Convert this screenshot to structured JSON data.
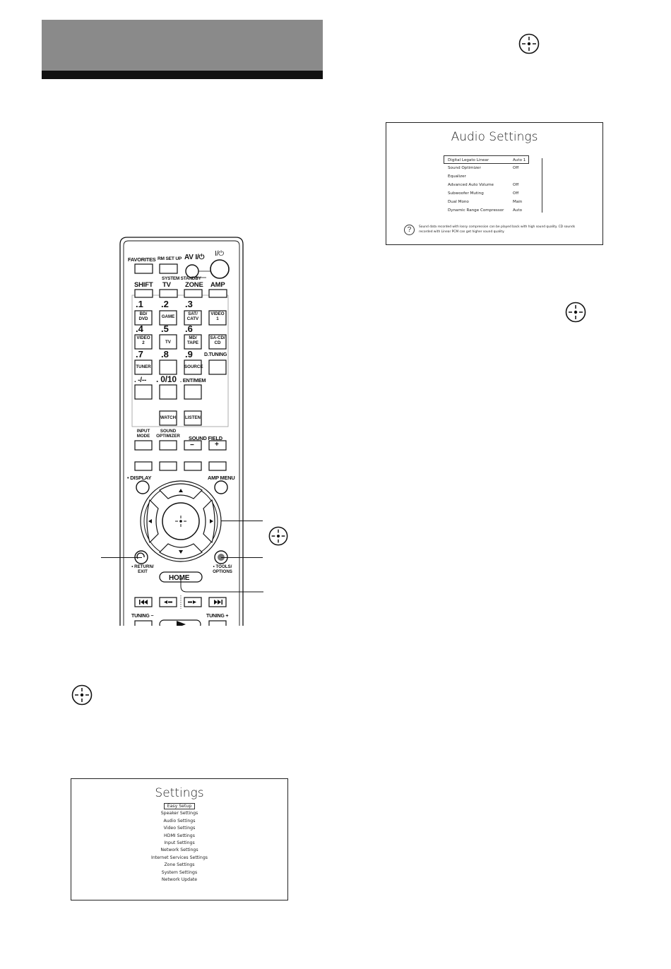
{
  "remote": {
    "labels": {
      "favorites": "FAVORITES",
      "rm_set_up": "RM SET UP",
      "av_power": "AV I/⏻",
      "power": "I/⏻",
      "system_standby": "SYSTEM STANDBY",
      "shift": "SHIFT",
      "tv": "TV",
      "zone": "ZONE",
      "amp": "AMP",
      "num_1": ".1",
      "num_2": ".2",
      "num_3": ".3",
      "num_4": ".4",
      "num_5": ".5",
      "num_6": ".6",
      "num_7": ".7",
      "num_8": ".8",
      "num_9": ".9",
      "num_dash": ". -/--",
      "num_0_10": ". 0/10",
      "ent_mem": ". ENT/MEM",
      "d_tuning": "D.TUNING",
      "input_mode": "INPUT\nMODE",
      "sound_optimizer": "SOUND\nOPTIMIZER",
      "sound_field": "SOUND FIELD",
      "minus": "−",
      "plus": "+",
      "display": "• DISPLAY",
      "amp_menu": "AMP MENU",
      "return_exit": "• RETURN/\nEXIT",
      "tools_options": "• TOOLS/\nOPTIONS",
      "home": "HOME",
      "tuning_minus": "TUNING −",
      "tuning_plus": "TUNING +"
    },
    "keys": {
      "bd_dvd": "BD/\nDVD",
      "game": "GAME",
      "sat_catv": "SAT/\nCATV",
      "video1": "VIDEO\n1",
      "video2": "VIDEO\n2",
      "tv_key": "TV",
      "md_tape": "MD/\nTAPE",
      "sa_cd": "SA-CD/\nCD",
      "tuner": "TUNER",
      "source": "SOURCE",
      "watch": "WATCH",
      "listen": "LISTEN"
    }
  },
  "audio_settings": {
    "title": "Audio Settings",
    "rows": [
      {
        "label": "Digital Legato Linear",
        "value": "Auto 1",
        "selected": true
      },
      {
        "label": "Sound Optimizer",
        "value": "Off"
      },
      {
        "label": "Equalizer",
        "value": ""
      },
      {
        "label": "Advanced Auto Volume",
        "value": "Off"
      },
      {
        "label": "Subwoofer Muting",
        "value": "Off"
      },
      {
        "label": "Dual Mono",
        "value": "Main"
      },
      {
        "label": "Dynamic Range Compressor",
        "value": "Auto"
      }
    ],
    "help_text": "Sound data recorded with lossy compression can be played back with high sound quality. CD sounds recorded with Linear PCM can get higher sound quality."
  },
  "settings": {
    "title": "Settings",
    "items": [
      "Easy Setup",
      "Speaker Settings",
      "Audio Settings",
      "Video Settings",
      "HDMI Settings",
      "Input Settings",
      "Network Settings",
      "Internet Services Settings",
      "Zone Settings",
      "System Settings",
      "Network Update"
    ]
  },
  "icons": {
    "enter": "enter-crosshair-icon",
    "help": "?"
  }
}
